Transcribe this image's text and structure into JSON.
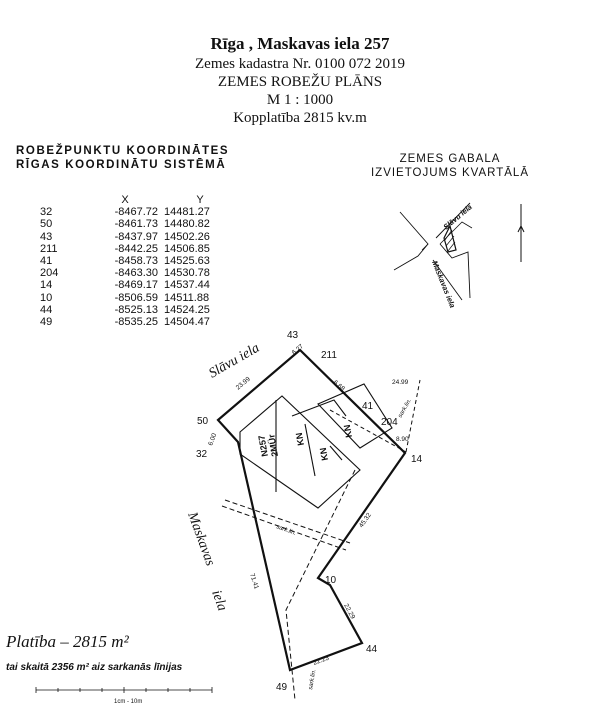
{
  "header": {
    "title": "Rīga , Maskavas iela 257",
    "cadastre": "Zemes kadastra Nr. 0100 072 2019",
    "plan_name": "ZEMES ROBEŽU PLĀNS",
    "scale": "M 1 : 1000",
    "total_area": "Kopplatība 2815 kv.m"
  },
  "coords": {
    "title_line1": "ROBEŽPUNKTU KOORDINĀTES",
    "title_line2": "RĪGAS KOORDINĀTU SISTĒMĀ",
    "col_x": "X",
    "col_y": "Y",
    "rows": [
      {
        "id": "32",
        "x": "-8467.72",
        "y": "14481.27"
      },
      {
        "id": "50",
        "x": "-8461.73",
        "y": "14480.82"
      },
      {
        "id": "43",
        "x": "-8437.97",
        "y": "14502.26"
      },
      {
        "id": "211",
        "x": "-8442.25",
        "y": "14506.85"
      },
      {
        "id": "41",
        "x": "-8458.73",
        "y": "14525.63"
      },
      {
        "id": "204",
        "x": "-8463.30",
        "y": "14530.78"
      },
      {
        "id": "14",
        "x": "-8469.17",
        "y": "14537.44"
      },
      {
        "id": "10",
        "x": "-8506.59",
        "y": "14511.88"
      },
      {
        "id": "44",
        "x": "-8525.13",
        "y": "14524.25"
      },
      {
        "id": "49",
        "x": "-8535.25",
        "y": "14504.47"
      }
    ]
  },
  "location": {
    "title_line1": "ZEMES GABALA",
    "title_line2": "IZVIETOJUMS KVARTĀLĀ",
    "street1": "Slāvu iela",
    "street2": "Maskavas iela"
  },
  "plan": {
    "street_slavu": "Slāvu iela",
    "street_maskavas_1": "Maskavas",
    "street_maskavas_2": "iela",
    "point_labels": [
      "43",
      "211",
      "50",
      "32",
      "41",
      "204",
      "14",
      "10",
      "44",
      "49"
    ],
    "dimensions": [
      "6.27",
      "23.99",
      "6.68",
      "24.99",
      "8.90",
      "6.00",
      "45.32",
      "71.41",
      "22.29",
      "22.23"
    ],
    "building_labels": [
      "KN",
      "KN",
      "KN",
      "2MÜr",
      "N257"
    ],
    "red_line_labels": [
      "sark.lin.",
      "sark.lin.",
      "sark.lin."
    ]
  },
  "area": {
    "main": "Platība – 2815 m²",
    "sub": "tai skaitā 2356 m² aiz sarkanās līnijas"
  },
  "scale_bar": {
    "caption": "1cm - 10m"
  }
}
